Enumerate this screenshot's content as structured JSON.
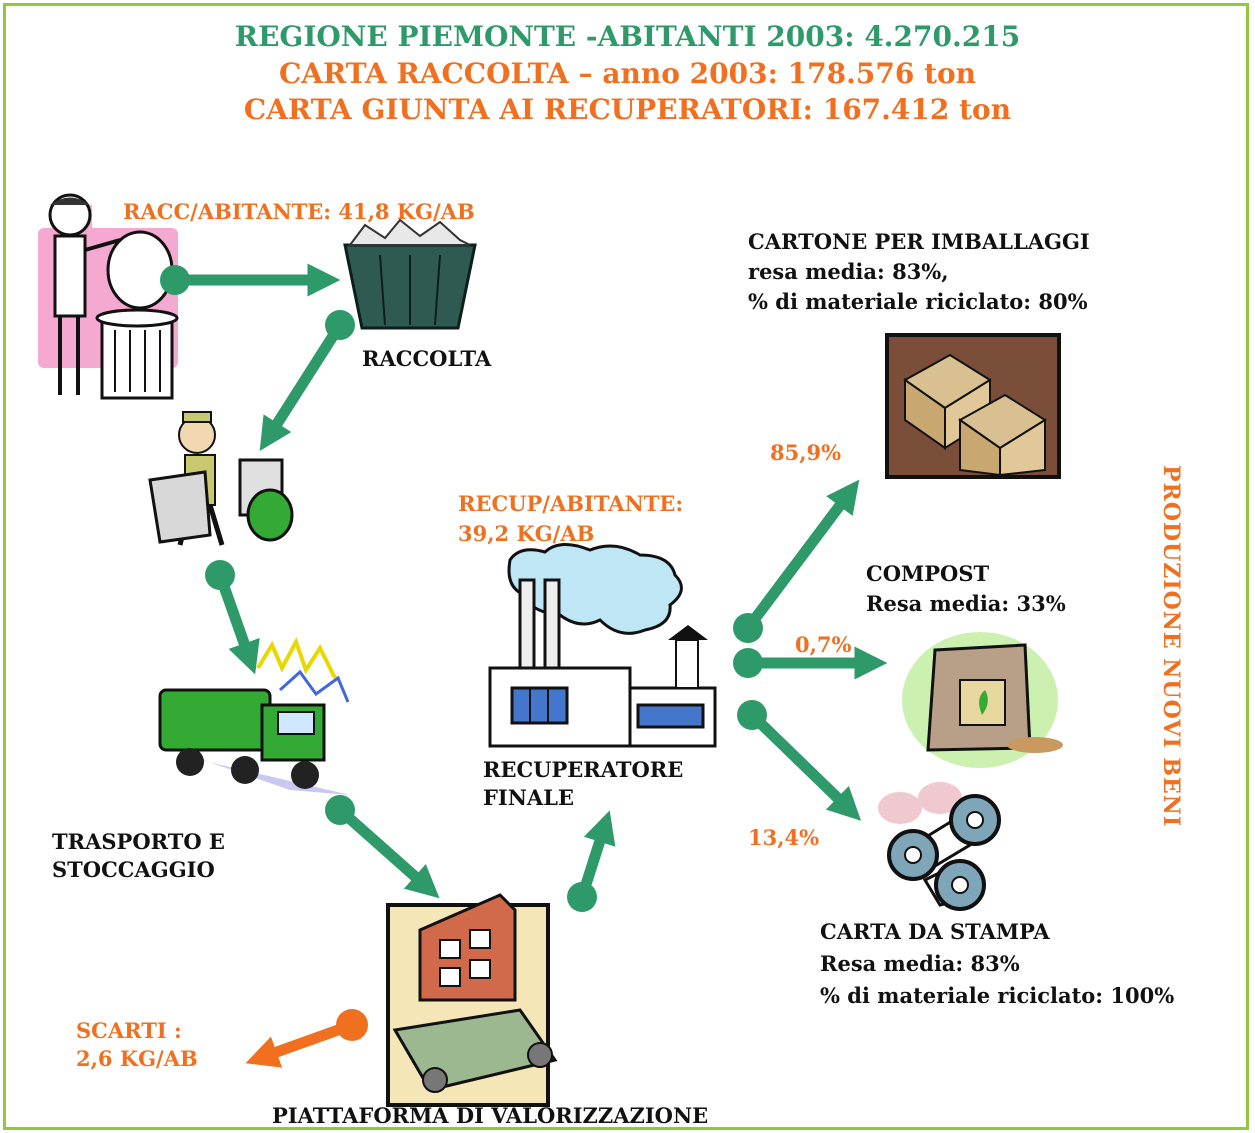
{
  "header": {
    "line1": "REGIONE PIEMONTE -ABITANTI 2003: 4.270.215",
    "line2": "CARTA RACCOLTA – anno 2003: 178.576 ton",
    "line3": "CARTA GIUNTA AI RECUPERATORI: 167.412 ton"
  },
  "stages": {
    "racc_abitante": "RACC/ABITANTE: 41,8 KG/AB",
    "raccolta": "RACCOLTA",
    "trasporto_line1": "TRASPORTO E",
    "trasporto_line2": "STOCCAGGIO",
    "piattaforma": "PIATTAFORMA DI VALORIZZAZIONE",
    "scarti_line1": "SCARTI :",
    "scarti_line2": "2,6 KG/AB",
    "recup_line1": "RECUP/ABITANTE:",
    "recup_line2": "39,2 KG/AB",
    "recuperatore_line1": "RECUPERATORE",
    "recuperatore_line2": "FINALE"
  },
  "outputs": {
    "cartone_title": "CARTONE PER IMBALLAGGI",
    "cartone_resa": "resa media: 83%,",
    "cartone_riciclato": "% di materiale riciclato: 80%",
    "cartone_pct": "85,9%",
    "compost_title": "COMPOST",
    "compost_resa": "Resa media: 33%",
    "compost_pct": "0,7%",
    "stampa_title": "CARTA DA STAMPA",
    "stampa_resa": "Resa media: 83%",
    "stampa_riciclato": "% di materiale riciclato: 100%",
    "stampa_pct": "13,4%"
  },
  "side_label": "PRODUZIONE NUOVI BENI",
  "colors": {
    "title_green": "#2e9a6a",
    "accent_orange": "#f07020",
    "arrow_green": "#2e9a6a",
    "frame_green": "#92c83e"
  }
}
